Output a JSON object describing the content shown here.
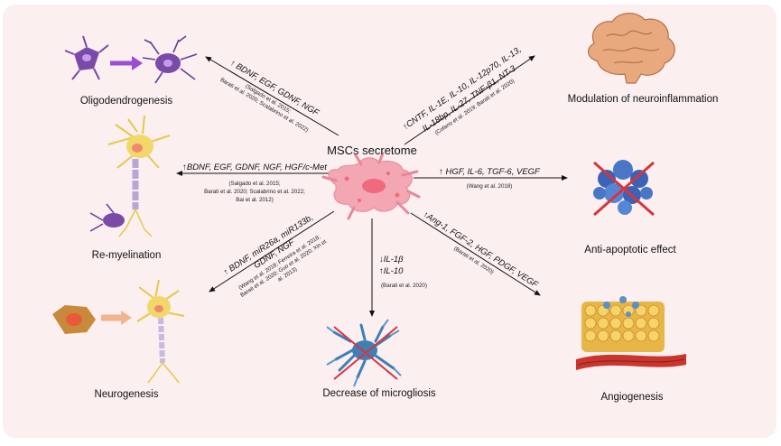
{
  "center": {
    "label": "MSCs secretome"
  },
  "outcomes": {
    "oligodendrogenesis": "Oligodendrogenesis",
    "neuroinflammation": "Modulation of neuroinflammation",
    "remyelination": "Re-myelination",
    "antiapoptotic": "Anti-apoptotic effect",
    "neurogenesis": "Neurogenesis",
    "microgliosis": "Decrease of microgliosis",
    "angiogenesis": "Angiogenesis"
  },
  "factors": {
    "oligo": "↑ BDNF, EGF, GDNF, NGF",
    "neuroinfl_1": "↑CNTF, IL-1E, IL-10, IL-12p70, IL-13,",
    "neuroinfl_2": "IL-18bp, IL-27, TNF-β1, NT-3",
    "remyel": "↑BDNF, EGF, GDNF, NGF, HGF/c-Met",
    "antiapop": "↑ HGF, IL-6, TGF-6, VEGF",
    "neurog_1": "↑ BDNF, miR26a, miR133b,",
    "neurog_2": "GDNF, NGF",
    "microg_1": "↓IL-1β",
    "microg_2": "↑IL-10",
    "angio": "↑Ang-1, FGF-2, HGF, PDGF, VEGF"
  },
  "citations": {
    "oligo_1": "(Salgado et al. 2015;",
    "oligo_2": "Barati et al. 2020; Scalabrino et al. 2022)",
    "neuroinfl": "(Cofano et al. 2019; Barati et al. 2020)",
    "remyel_1": "(Salgado et al. 2015;",
    "remyel_2": "Barati et al. 2020; Scalabrino et al. 2022;",
    "remyel_3": "Bai et al. 2012)",
    "antiapop": "(Wang et al. 2018)",
    "neurog_1": "(Wang et al. 2018; Ferreira et al. 2018;",
    "neurog_2": "Barati et al. 2020; Guo et al. 2020; Xin et",
    "neurog_3": "al. 2013)",
    "microg": "(Barati et al. 2020)",
    "angio": "(Barati et al. 2020)"
  },
  "colors": {
    "background": "#fbeff0",
    "cell_pink": "#f3a7b3",
    "nucleus": "#ef6a7d",
    "oligo_purple": "#7a4aa8",
    "neuron_yellow": "#f2d86a",
    "microglia_blue": "#3f7fb5",
    "cross_red": "#d8343c"
  }
}
